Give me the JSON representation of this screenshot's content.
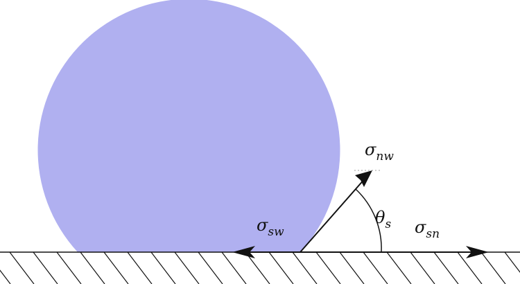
{
  "labels": {
    "sigma_nw": {
      "symbol": "σ",
      "subscript": "nw"
    },
    "sigma_sw": {
      "symbol": "σ",
      "subscript": "sw"
    },
    "sigma_sn": {
      "symbol": "σ",
      "subscript": "sn"
    },
    "theta_s": {
      "symbol": "θ",
      "subscript": "s"
    }
  },
  "colors": {
    "droplet": "#b0b0f0",
    "lines": "#111111",
    "background": "#ffffff"
  }
}
